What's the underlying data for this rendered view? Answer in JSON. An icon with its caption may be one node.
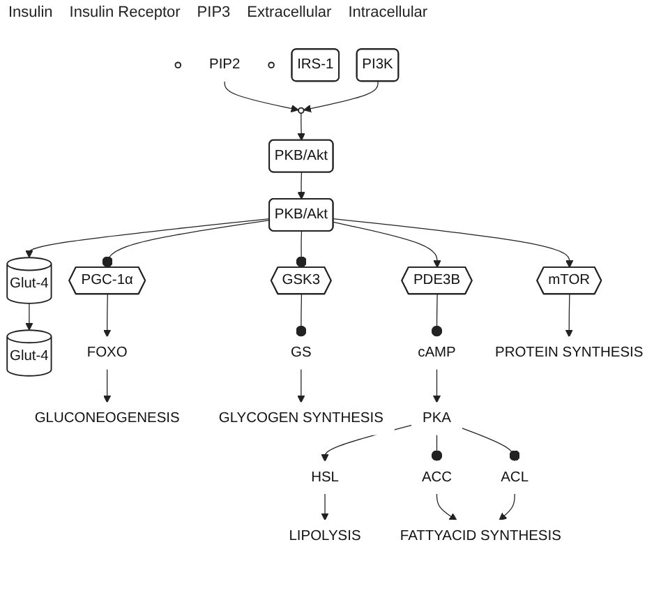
{
  "diagram": {
    "nodes": [
      {
        "text": [],
        "shape": "circle"
      },
      {
        "text": [
          "PIP2"
        ]
      },
      {
        "text": [],
        "shape": "circle"
      },
      {
        "text": [
          "Glut-4"
        ]
      },
      {
        "text": [],
        "shape": "circle"
      },
      {
        "text": [
          "IRS-1"
        ]
      },
      {
        "text": [
          "PI3K"
        ]
      },
      {
        "text": [
          "PKB/Akt"
        ]
      },
      {
        "text": [
          "PKB/Akt"
        ]
      },
      {
        "text": [
          "Glut-4"
        ]
      },
      {
        "text": [
          "PGC-1α"
        ]
      },
      {
        "text": [
          "GSK3"
        ]
      },
      {
        "text": [
          "PDE3B"
        ]
      },
      {
        "text": [
          "mTOR"
        ]
      },
      {
        "text": [
          "FOXO"
        ]
      },
      {
        "text": [
          "GS"
        ]
      },
      {
        "text": [
          "cAMP"
        ]
      },
      {
        "text": [
          "GLUCONEOGENESIS"
        ]
      },
      {
        "text": [
          "GLYCOGEN SYNTHESIS"
        ]
      },
      {
        "text": [
          "PKA"
        ]
      },
      {
        "text": [
          "PROTEIN SYNTHESIS"
        ]
      },
      {
        "text": [
          "HSL"
        ]
      },
      {
        "text": [
          "ACC"
        ]
      },
      {
        "text": [
          "ACL"
        ]
      },
      {
        "text": [
          "LIPOLYSIS"
        ]
      },
      {
        "text": [
          "FATTYACID SYNTHESIS"
        ]
      }
    ],
    "edges": [
      {
        "from": 1,
        "to": 4,
        "arrow": "to"
      },
      {
        "from": 6,
        "to": 4,
        "arrow": "to"
      },
      {
        "from": 4,
        "to": 7,
        "arrow": "to"
      },
      {
        "from": 9,
        "to": 3,
        "arrow": "to"
      },
      {
        "from": 7,
        "to": 8,
        "arrow": "to"
      },
      {
        "from": 8,
        "to": 9,
        "arrow": "to"
      },
      {
        "from": 8,
        "to": 10,
        "arrow": "other"
      },
      {
        "from": 8,
        "to": 11,
        "arrow": "other"
      },
      {
        "from": 8,
        "to": 12,
        "arrow": "to"
      },
      {
        "from": 8,
        "to": 13,
        "arrow": "to"
      },
      {
        "from": 10,
        "to": 14,
        "arrow": "to"
      },
      {
        "from": 11,
        "to": 15,
        "arrow": "other"
      },
      {
        "from": 12,
        "to": 16,
        "arrow": "other"
      },
      {
        "from": 13,
        "to": 20,
        "arrow": "to"
      },
      {
        "from": 14,
        "to": 17,
        "arrow": "to"
      },
      {
        "from": 15,
        "to": 18,
        "arrow": "to"
      },
      {
        "from": 16,
        "to": 19,
        "arrow": "to"
      },
      {
        "from": 19,
        "to": 21,
        "arrow": "to"
      },
      {
        "from": 19,
        "to": 22,
        "arrow": "other"
      },
      {
        "from": 19,
        "to": 23,
        "arrow": "other"
      },
      {
        "from": 21,
        "to": 24,
        "arrow": "to"
      },
      {
        "from": 22,
        "to": 25,
        "arrow": "to"
      },
      {
        "from": 23,
        "to": 25,
        "arrow": "to"
      }
    ],
    "labels": [
      "Insulin",
      "Insulin Receptor",
      "PIP3",
      "Extracellular",
      "Intracellular"
    ]
  }
}
